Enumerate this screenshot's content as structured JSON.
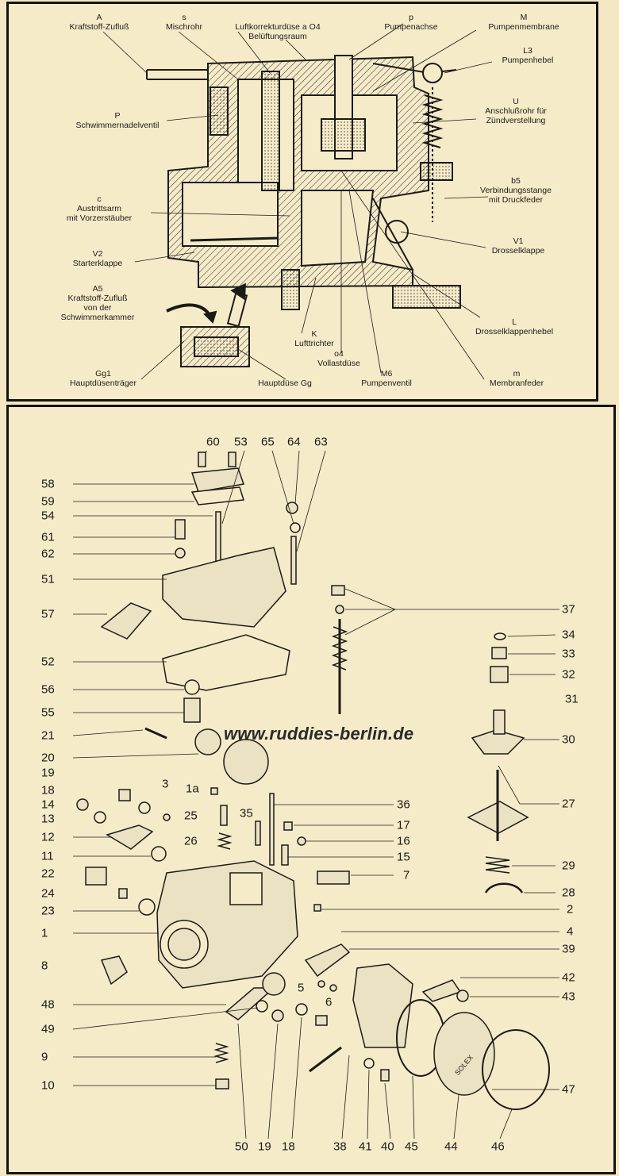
{
  "watermark": "www.ruddies-berlin.de",
  "top_labels": {
    "a": "A\nKraftstoff-Zufluß",
    "s": "s\nMischrohr",
    "a_o4": "Luftkorrekturdüse a    O4\nBelüftungsraum",
    "p_pump": "p\nPumpenachse",
    "m": "M\nPumpenmembrane",
    "l3": "L3\nPumpenhebel",
    "p_float": "P\nSchwimmernadelventil",
    "u": "U\nAnschlußrohr für\nZündverstellung",
    "b5": "b5\nVerbindungsstange\nmit Druckfeder",
    "c": "c\nAustrittsarm\nmit Vorzerstäuber",
    "v2": "V2\nStarterklappe",
    "v1": "V1\nDrosselklappe",
    "a5": "A5\nKraftstoff-Zufluß\nvon der\nSchwimmerkammer",
    "l": "L\nDrosselklappenhebel",
    "k": "K\nLufttrichter",
    "o4": "o4\nVollastdüse",
    "gg1": "Gg1\nHauptdüsenträger",
    "gg": "Hauptdüse Gg",
    "m6": "M6\nPumpenventil",
    "m_spring": "m\nMembranfeder"
  },
  "part_numbers": {
    "top_row": [
      "60",
      "53",
      "65",
      "64",
      "63"
    ],
    "left": [
      "58",
      "59",
      "54",
      "61",
      "62",
      "51",
      "57",
      "52",
      "56",
      "55",
      "21",
      "20",
      "19",
      "18",
      "14",
      "13",
      "12",
      "11",
      "22",
      "24",
      "23",
      "1",
      "8",
      "48",
      "49",
      "9",
      "10"
    ],
    "right": [
      "37",
      "34",
      "33",
      "32",
      "31",
      "30",
      "27",
      "36",
      "17",
      "16",
      "15",
      "7",
      "29",
      "28",
      "2",
      "4",
      "39",
      "42",
      "43",
      "47"
    ],
    "middle": [
      "3",
      "1a",
      "25",
      "35",
      "26",
      "5",
      "6"
    ],
    "bottom_row": [
      "50",
      "19",
      "18",
      "38",
      "41",
      "40",
      "45",
      "44",
      "46"
    ]
  },
  "solex_text": "SOLEX",
  "colors": {
    "paper": "#f3e7c4",
    "ink": "#1c1a16",
    "frame": "#15130f"
  }
}
